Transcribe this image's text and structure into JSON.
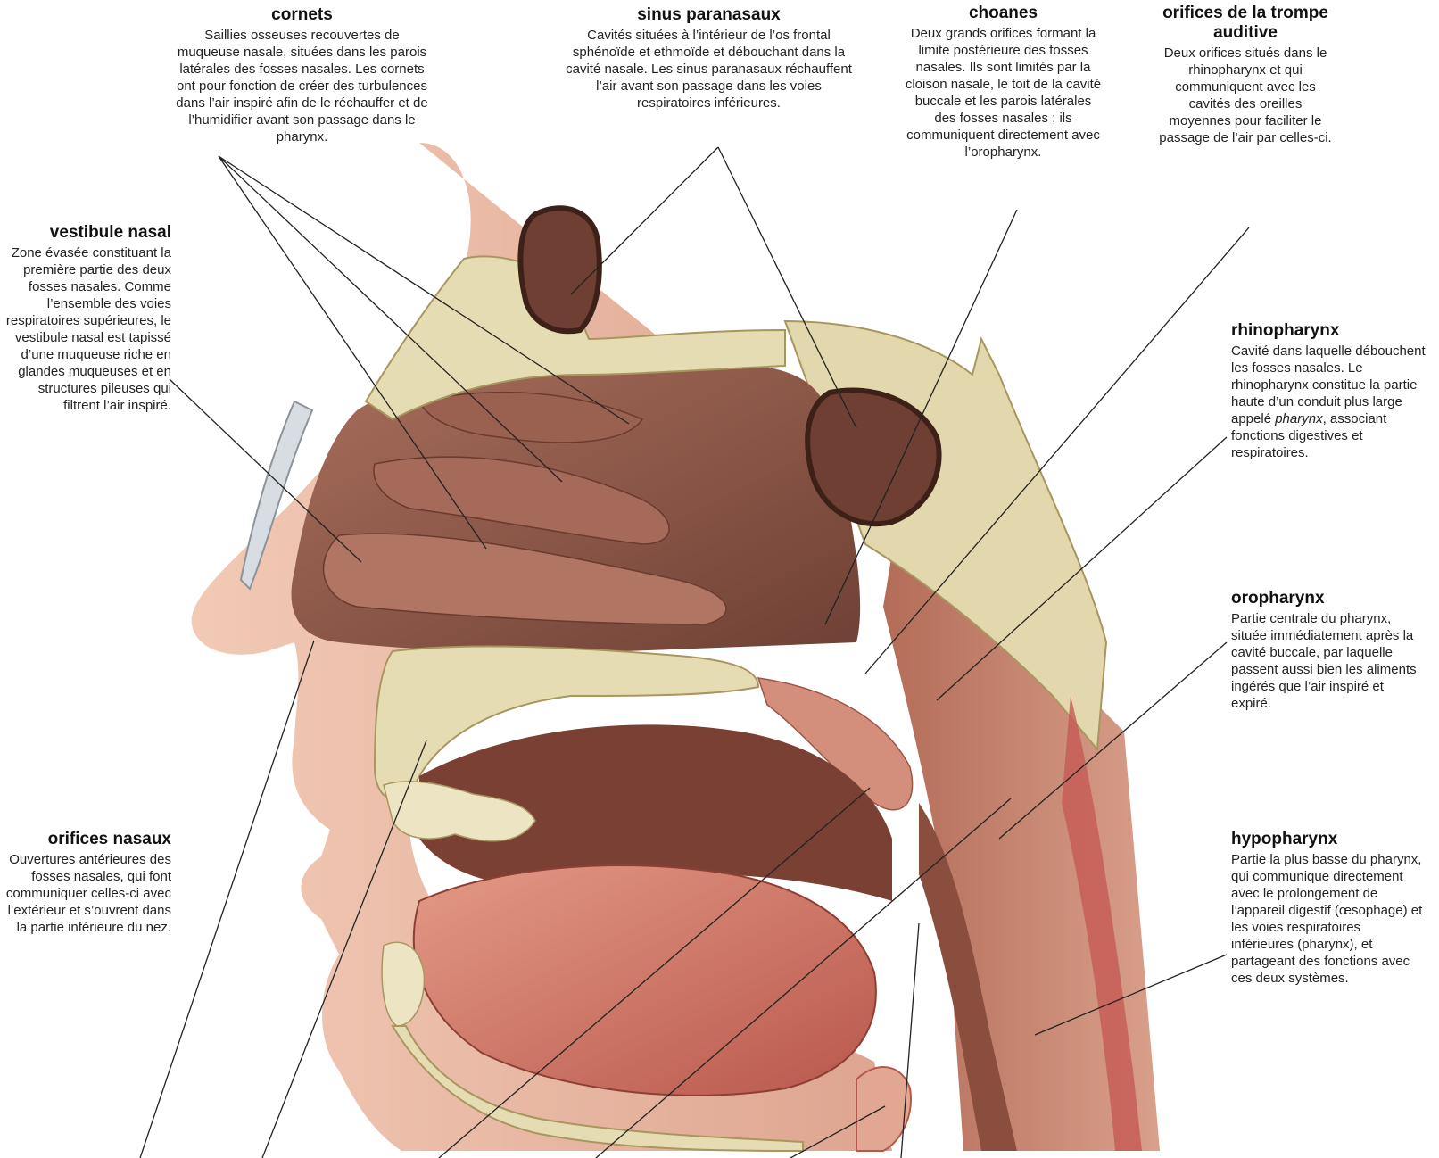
{
  "labels": {
    "cornets": {
      "title": "cornets",
      "body": "Saillies osseuses recouvertes de muqueuse nasale, situées dans les parois latérales des fosses nasales. Les cornets ont pour fonction de créer des turbulences dans l’air inspiré afin de le réchauffer et de l’humidifier avant son passage dans le pharynx."
    },
    "sinus": {
      "title": "sinus paranasaux",
      "body": "Cavités situées à l’intérieur de l’os frontal sphénoïde et ethmoïde et débouchant dans la cavité nasale. Les sinus paranasaux réchauffent l’air avant son passage dans les voies respiratoires inférieures."
    },
    "choanes": {
      "title": "choanes",
      "body": "Deux grands orifices formant la limite postérieure des fosses nasales. Ils sont limités par la cloison nasale, le toit de la cavité buccale et les parois latérales des fosses nasales ; ils communiquent directement avec l’oropharynx."
    },
    "trompe": {
      "title": "orifices de la trompe auditive",
      "body": "Deux orifices situés dans le rhinopharynx et qui communiquent avec les cavités des oreilles moyennes pour faciliter le passage de l’air par celles-ci."
    },
    "vestibule": {
      "title": "vestibule nasal",
      "body": "Zone évasée constituant la première partie des deux fosses nasales. Comme l’ensemble des voies respiratoires supérieures, le vestibule nasal est tapissé d’une muqueuse riche en glandes muqueuses et en structures pileuses qui filtrent l’air inspiré."
    },
    "rhinopharynx": {
      "title": "rhinopharynx",
      "body_before": "Cavité dans laquelle débouchent les fosses nasales. Le rhinopharynx constitue la partie haute d’un conduit plus large appelé ",
      "body_italic": "pharynx",
      "body_after": ", associant fonctions digestives et respiratoires."
    },
    "oropharynx": {
      "title": "oropharynx",
      "body": "Partie centrale du pharynx, située immédiatement après la cavité buccale, par laquelle passent aussi bien les aliments ingérés que l’air inspiré et expiré."
    },
    "orifices_nasaux": {
      "title": "orifices nasaux",
      "body": "Ouvertures antérieures des fosses nasales, qui font communiquer celles-ci avec l’extérieur et s’ouvrent dans la partie inférieure du nez."
    },
    "hypopharynx": {
      "title": "hypopharynx",
      "body": "Partie la plus basse du pharynx, qui communique directement avec le prolongement de l’appareil digestif (œsophage) et les voies respiratoires inférieures (pharynx), et partageant des fonctions avec ces deux systèmes."
    }
  },
  "colors": {
    "bone": "#e6dcb4",
    "bone_dark": "#b9a874",
    "mucosa": "#8e5a4a",
    "mucosa_dark": "#5e362b",
    "skin": "#e8b8a2",
    "muscle": "#c9786a",
    "leader_line": "#222222"
  }
}
